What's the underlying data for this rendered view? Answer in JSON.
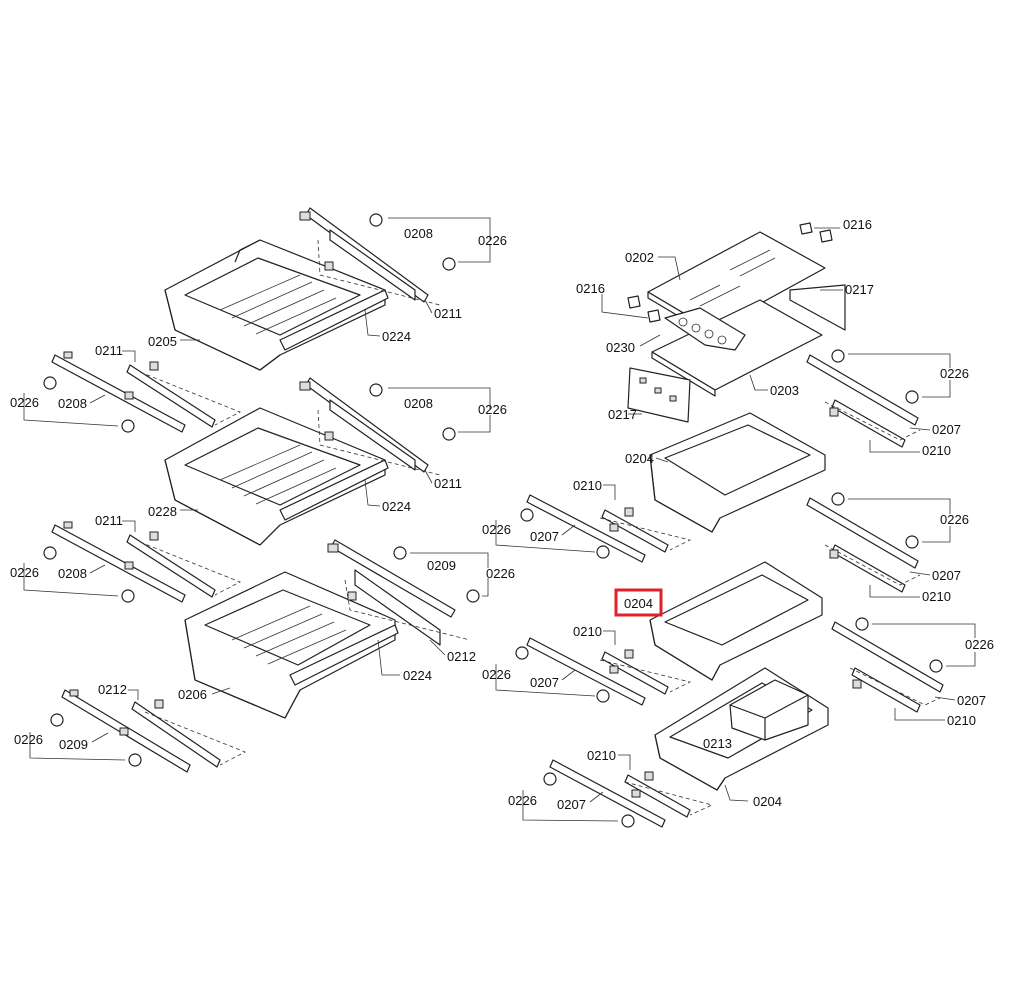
{
  "diagram": {
    "highlight_color": "#e0202a",
    "highlighted_part": "0204",
    "labels": {
      "l0208a": "0208",
      "l0226a": "0226",
      "l0211a": "0211",
      "l0224a": "0224",
      "l0205": "0205",
      "l0211b": "0211",
      "l0226b": "0226",
      "l0208b": "0208",
      "l0208c": "0208",
      "l0226c": "0226",
      "l0211c": "0211",
      "l0224b": "0224",
      "l0228": "0228",
      "l0211d": "0211",
      "l0226d": "0226",
      "l0208d": "0208",
      "l0209a": "0209",
      "l0226e": "0226",
      "l0212a": "0212",
      "l0224c": "0224",
      "l0206": "0206",
      "l0212b": "0212",
      "l0226f": "0226",
      "l0209b": "0209",
      "l0216a": "0216",
      "l0202": "0202",
      "l0216b": "0216",
      "l0217a": "0217",
      "l0230": "0230",
      "l0203": "0203",
      "l0217b": "0217",
      "l0226g": "0226",
      "l0207a": "0207",
      "l0210a": "0210",
      "l0204a": "0204",
      "l0210b": "0210",
      "l0226h": "0226",
      "l0207b": "0207",
      "l0226i": "0226",
      "l0207c": "0207",
      "l0210c": "0210",
      "l0204b": "0204",
      "l0210d": "0210",
      "l0226j": "0226",
      "l0207d": "0207",
      "l0226k": "0226",
      "l0207e": "0207",
      "l0210e": "0210",
      "l0213": "0213",
      "l0210f": "0210",
      "l0226l": "0226",
      "l0207f": "0207",
      "l0204c": "0204"
    }
  }
}
